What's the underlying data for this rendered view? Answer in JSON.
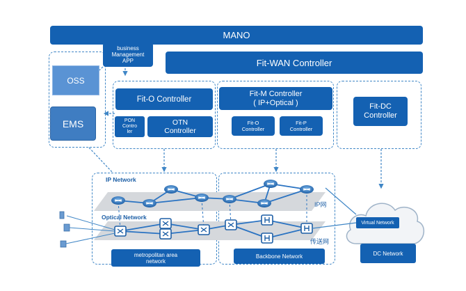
{
  "mano": "MANO",
  "app": "business\nManagement\nAPP",
  "fitwan": "Fit-WAN Controller",
  "oss": "OSS",
  "ems": "EMS",
  "fito": "Fit-O Controller",
  "pon": "PON\nContro\nler",
  "otn": "OTN\nController",
  "fitm": "Fit-M Controller\n( IP+Optical )",
  "fitm_o": "Fit-O\nController",
  "fitm_p": "Fit-P\nController",
  "fitdc": "Fit-DC\nController",
  "ip_network": "IP Network",
  "optical_network": "Optical Network",
  "ip_tag": "IP网",
  "optical_tag": "传送网",
  "virtual_network": "Virtual Network",
  "metro": "metropolitan area\nnetwork",
  "backbone": "Backbone Network",
  "dc_network": "DC Network",
  "colors": {
    "primary": "#1461b2",
    "light": "#5a93d4",
    "dashed": "#3f86c6",
    "plane": "#d5d8dc"
  }
}
